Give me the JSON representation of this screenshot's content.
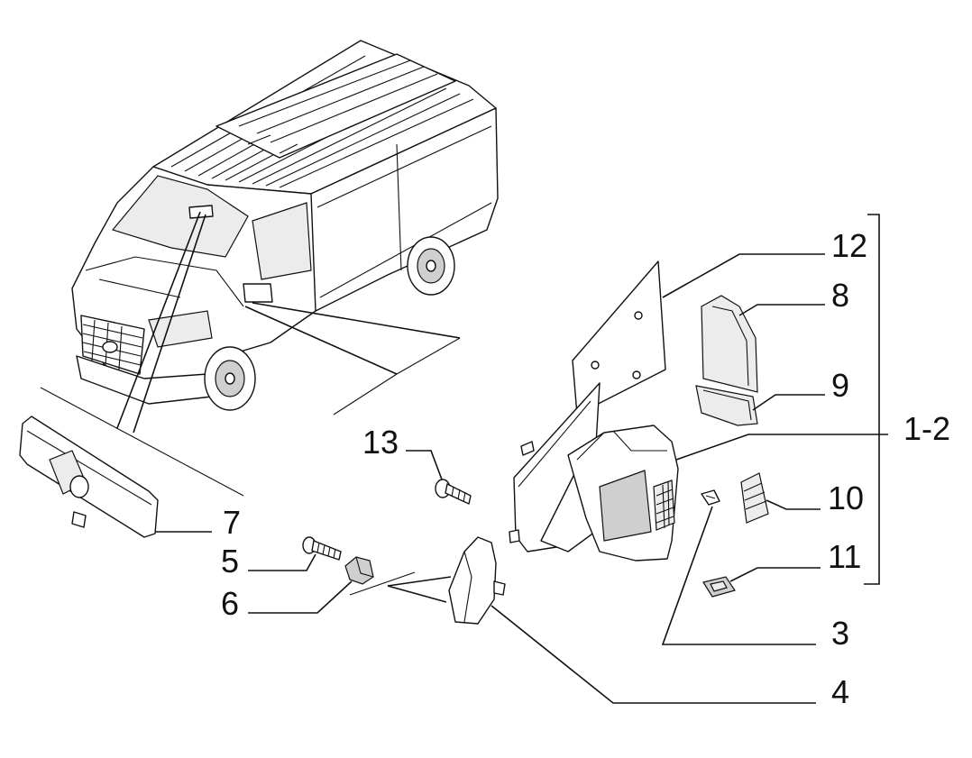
{
  "callouts": {
    "c12": "12",
    "c8": "8",
    "c9": "9",
    "c1_2": "1-2",
    "c10": "10",
    "c11": "11",
    "c3": "3",
    "c4": "4",
    "c13": "13",
    "c7": "7",
    "c5": "5",
    "c6": "6"
  },
  "colors": {
    "line": "#111111",
    "background": "#ffffff",
    "shading": "#cfcfcf"
  },
  "icons": {
    "vehicle": "van-icon",
    "interior_mirror": "rearview-mirror-icon",
    "door_mirror": "door-mirror-icon"
  }
}
